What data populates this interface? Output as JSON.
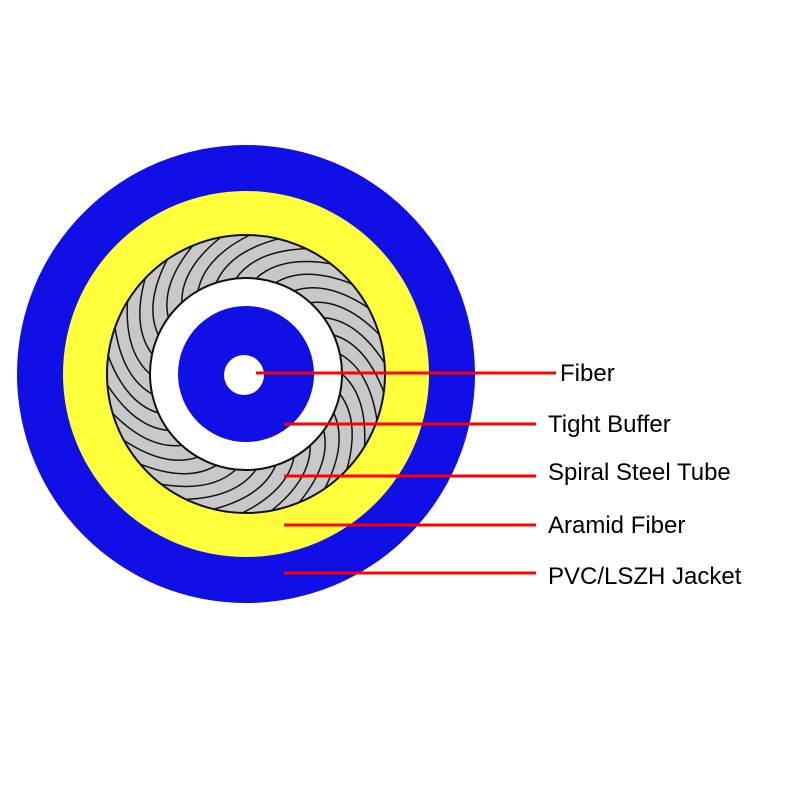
{
  "colors": {
    "jacket": "#1010e6",
    "aramid": "#ffff3c",
    "steel": "#c8c8c8",
    "steel_lines": "#111111",
    "gap": "#ffffff",
    "buffer": "#1010e6",
    "fiber": "#ffffff",
    "leader": "#ff0000",
    "text": "#000000"
  },
  "layers": [
    {
      "name": "fiber",
      "label": "Fiber"
    },
    {
      "name": "tight-buffer",
      "label": "Tight Buffer"
    },
    {
      "name": "spiral-steel-tube",
      "label": "Spiral Steel Tube"
    },
    {
      "name": "aramid-fiber",
      "label": "Aramid Fiber"
    },
    {
      "name": "pvc-lszh-jacket",
      "label": "PVC/LSZH Jacket"
    }
  ]
}
